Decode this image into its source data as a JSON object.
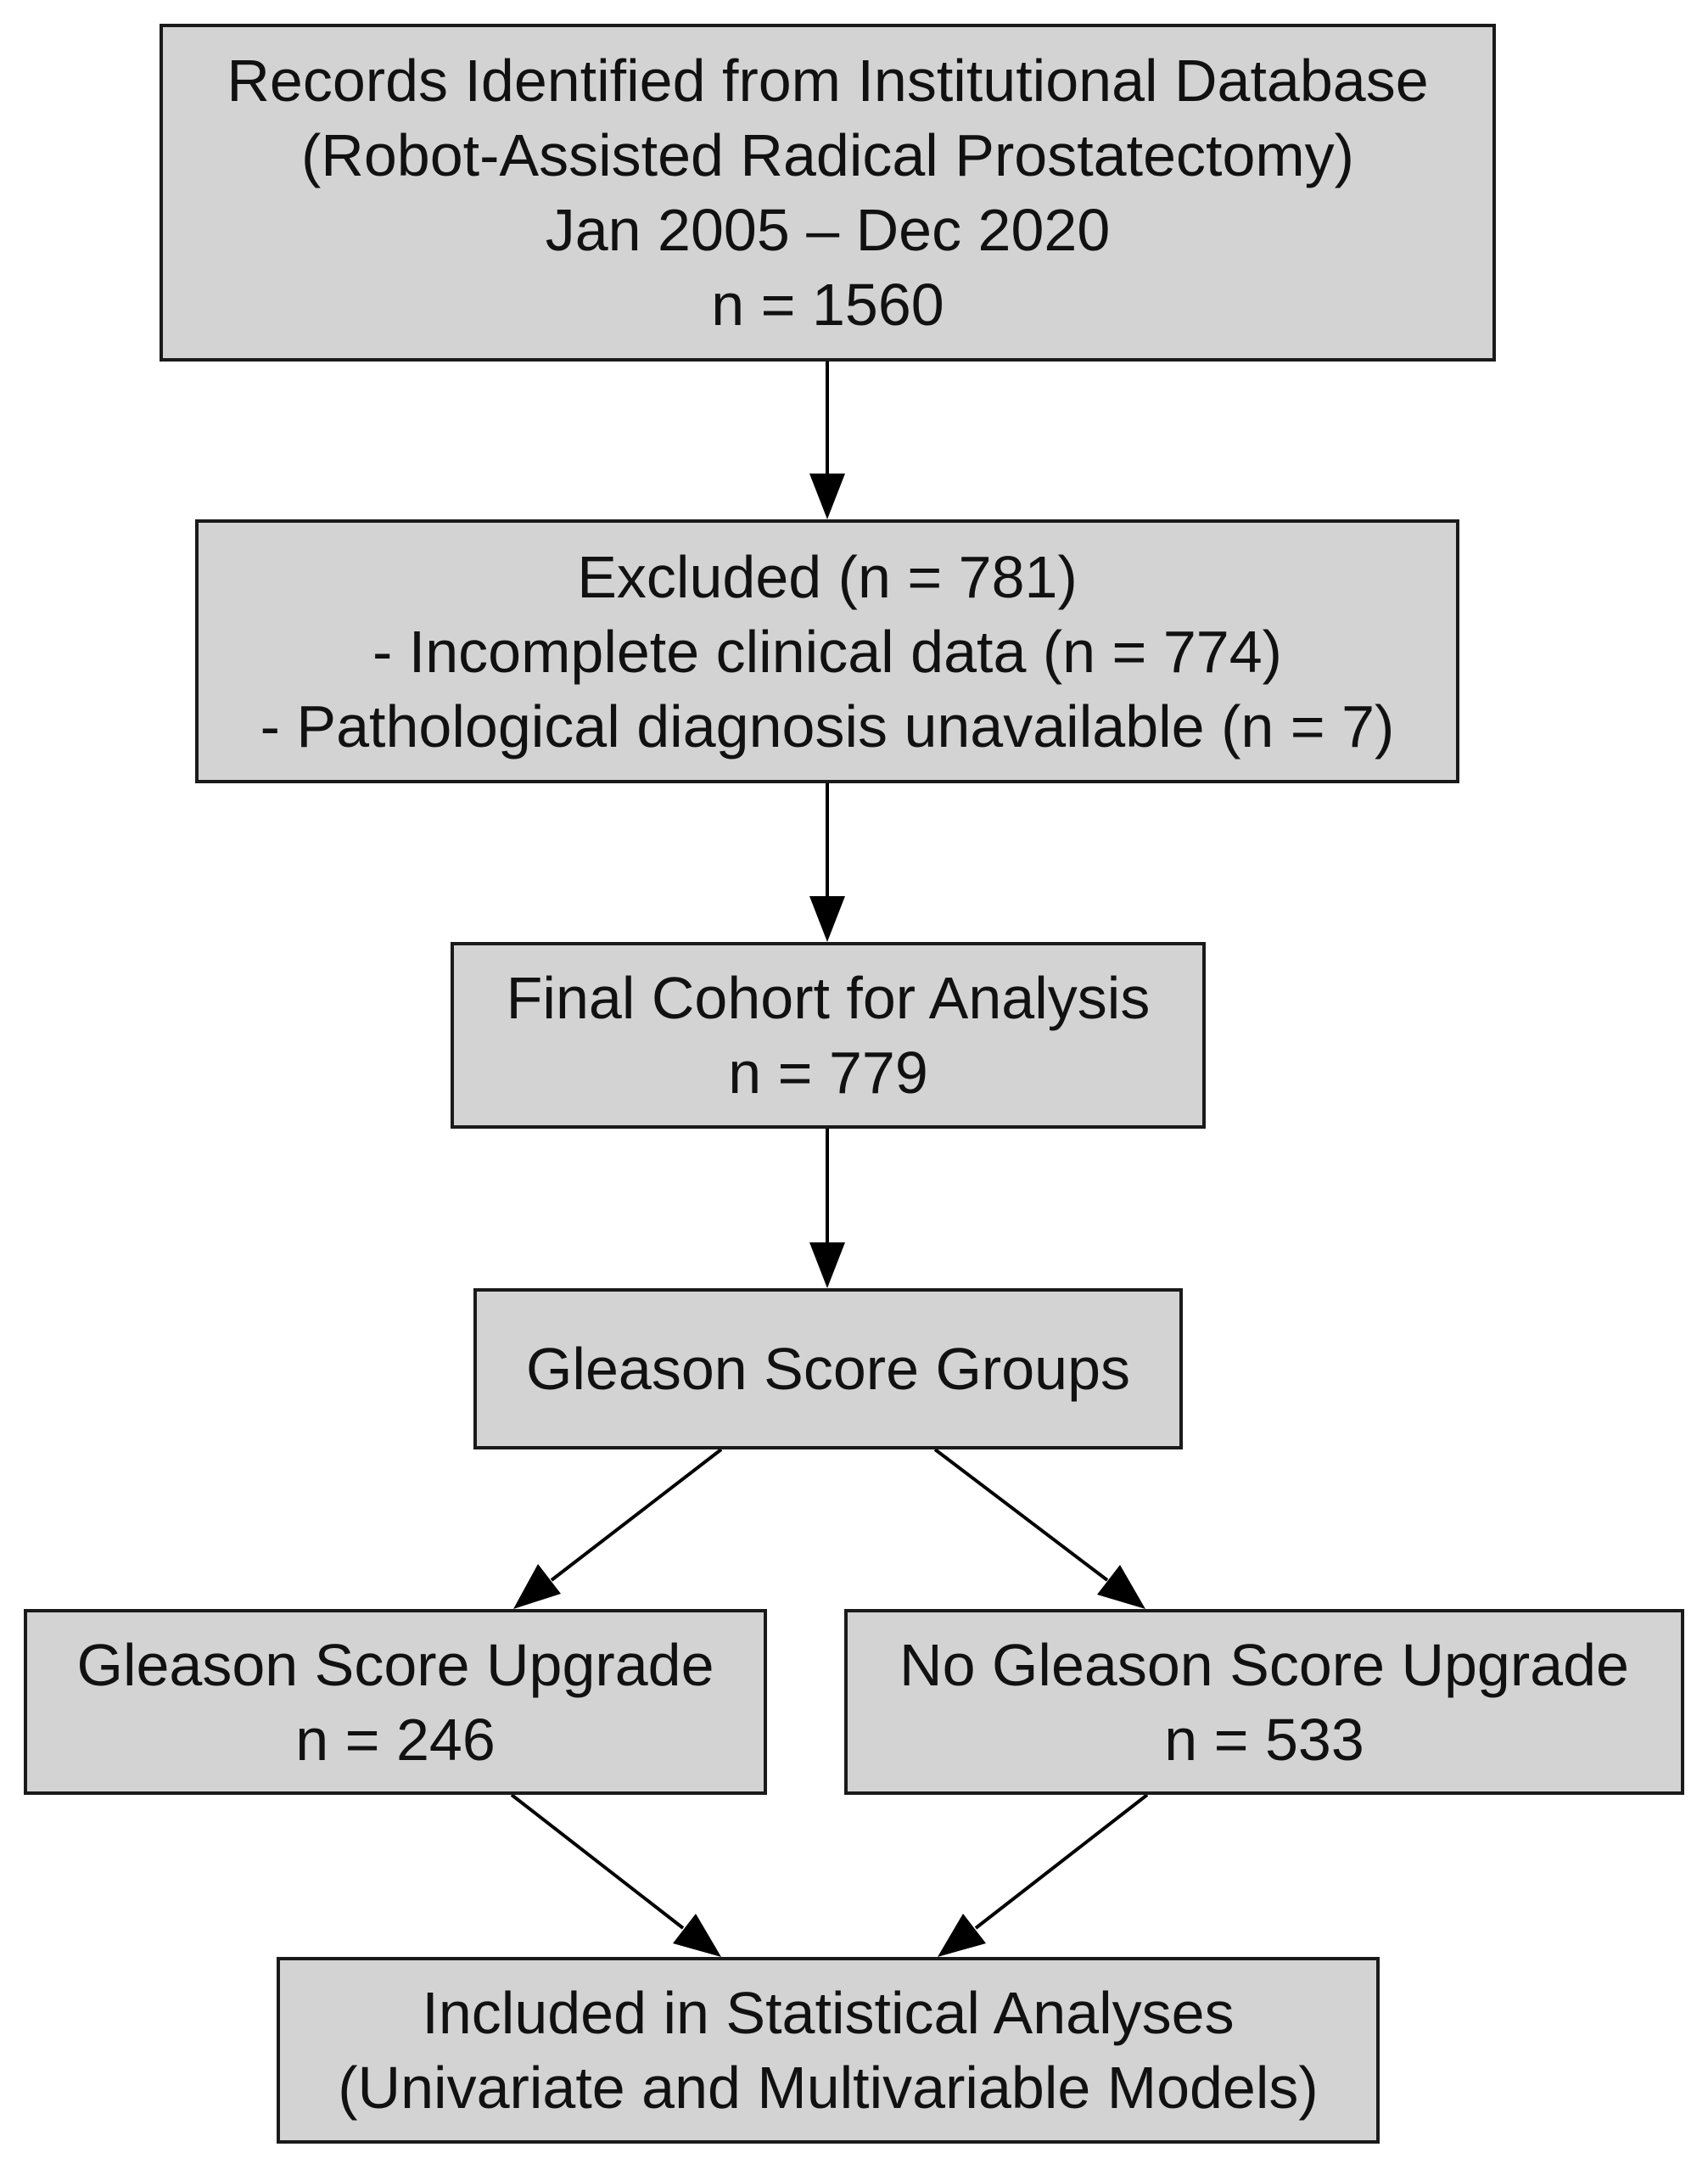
{
  "colors": {
    "node_fill": "#d3d3d3",
    "node_border": "#1a1a1a",
    "edge": "#000000"
  },
  "nodes": {
    "records": {
      "lines": [
        "Records Identified from Institutional Database",
        "(Robot-Assisted Radical Prostatectomy)",
        "Jan 2005 – Dec 2020",
        "n = 1560"
      ]
    },
    "excluded": {
      "lines": [
        "Excluded (n = 781)",
        "- Incomplete clinical data (n = 774)",
        "- Pathological diagnosis unavailable (n = 7)"
      ]
    },
    "final_cohort": {
      "lines": [
        "Final Cohort for Analysis",
        "n = 779"
      ]
    },
    "groups": {
      "lines": [
        "Gleason Score Groups"
      ]
    },
    "upgrade": {
      "lines": [
        "Gleason Score Upgrade",
        "n = 246"
      ]
    },
    "no_upgrade": {
      "lines": [
        "No Gleason Score Upgrade",
        "n = 533"
      ]
    },
    "included": {
      "lines": [
        "Included in Statistical Analyses",
        "(Univariate and Multivariable Models)"
      ]
    }
  },
  "edges": [
    {
      "from": "records",
      "to": "excluded"
    },
    {
      "from": "excluded",
      "to": "final_cohort"
    },
    {
      "from": "final_cohort",
      "to": "groups"
    },
    {
      "from": "groups",
      "to": "upgrade"
    },
    {
      "from": "groups",
      "to": "no_upgrade"
    },
    {
      "from": "upgrade",
      "to": "included"
    },
    {
      "from": "no_upgrade",
      "to": "included"
    }
  ]
}
